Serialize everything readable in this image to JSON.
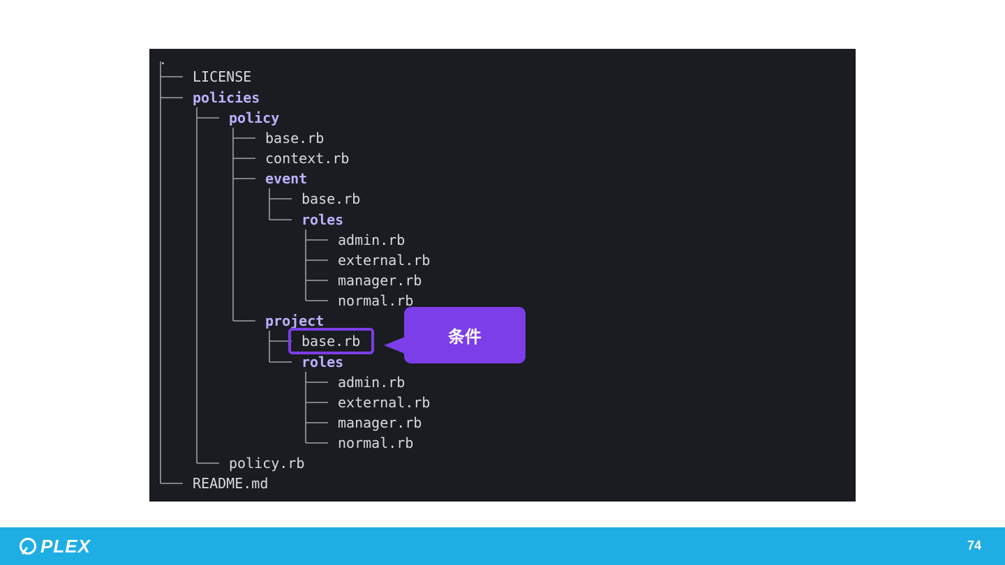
{
  "tree": {
    "root": ".",
    "entries": [
      {
        "name": "LICENSE",
        "kind": "file"
      },
      {
        "name": "policies",
        "kind": "dir"
      },
      {
        "name": "policy",
        "kind": "dir"
      },
      {
        "name": "base.rb",
        "kind": "file"
      },
      {
        "name": "context.rb",
        "kind": "file"
      },
      {
        "name": "event",
        "kind": "dir"
      },
      {
        "name": "base.rb",
        "kind": "file"
      },
      {
        "name": "roles",
        "kind": "dir"
      },
      {
        "name": "admin.rb",
        "kind": "file"
      },
      {
        "name": "external.rb",
        "kind": "file"
      },
      {
        "name": "manager.rb",
        "kind": "file"
      },
      {
        "name": "normal.rb",
        "kind": "file"
      },
      {
        "name": "project",
        "kind": "dir"
      },
      {
        "name": "base.rb",
        "kind": "file"
      },
      {
        "name": "roles",
        "kind": "dir"
      },
      {
        "name": "admin.rb",
        "kind": "file"
      },
      {
        "name": "external.rb",
        "kind": "file"
      },
      {
        "name": "manager.rb",
        "kind": "file"
      },
      {
        "name": "normal.rb",
        "kind": "file"
      },
      {
        "name": "policy.rb",
        "kind": "file"
      },
      {
        "name": "README.md",
        "kind": "file"
      }
    ]
  },
  "callout": {
    "label": "条件"
  },
  "footer": {
    "brand": "PLEX",
    "page_number": "74"
  },
  "colors": {
    "terminal_bg": "#1b1c21",
    "file_text": "#d9dbe2",
    "dir_text": "#b9b2ff",
    "accent": "#7b3ee8",
    "footer_bg": "#1faee3"
  }
}
